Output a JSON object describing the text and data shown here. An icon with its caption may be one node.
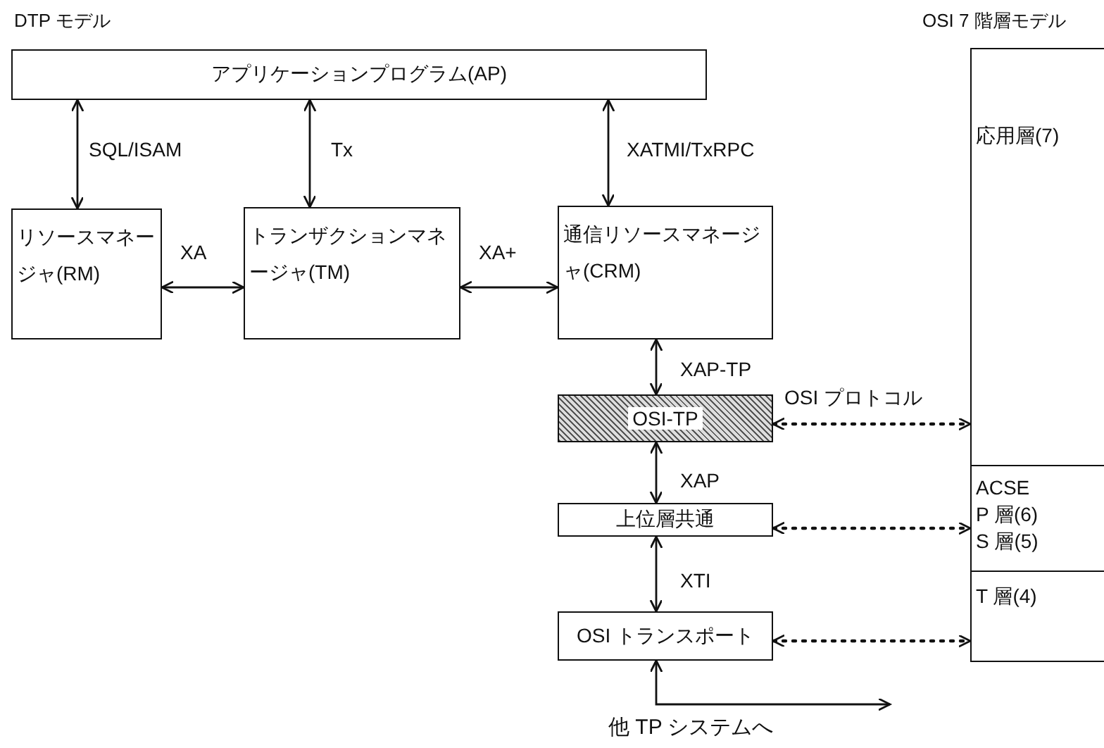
{
  "diagram": {
    "nodes": [
      {
        "text": [
          "アプリケーションプログラム(AP)"
        ]
      },
      {
        "text": [
          "リソースマネージャ(RM)"
        ]
      },
      {
        "text": [
          "トランザクションマネージャ(TM)"
        ]
      },
      {
        "text": [
          "通信リソースマネージャ(CRM)"
        ]
      },
      {
        "text": [
          "OSI-TP"
        ]
      },
      {
        "text": [
          "上位層共通"
        ]
      },
      {
        "text": [
          "OSI トランスポート"
        ]
      },
      {
        "text": [
          "応用層(7)"
        ]
      },
      {
        "text": [
          "ACSE",
          "P 層(6)",
          "S 層(5)"
        ]
      },
      {
        "text": [
          "T 層(4)"
        ]
      }
    ],
    "edges": [
      {
        "from": 0,
        "to": 1,
        "arrow": "both",
        "label": "SQL/ISAM"
      },
      {
        "from": 0,
        "to": 2,
        "arrow": "both",
        "label": "Tx"
      },
      {
        "from": 0,
        "to": 3,
        "arrow": "both",
        "label": "XATMI/TxRPC"
      },
      {
        "from": 1,
        "to": 2,
        "arrow": "both",
        "label": "XA"
      },
      {
        "from": 2,
        "to": 3,
        "arrow": "both",
        "label": "XA+"
      },
      {
        "from": 3,
        "to": 4,
        "arrow": "both",
        "label": "XAP-TP"
      },
      {
        "from": 4,
        "to": 5,
        "arrow": "both",
        "label": "XAP"
      },
      {
        "from": 5,
        "to": 6,
        "arrow": "both",
        "label": "XTI"
      },
      {
        "from": 4,
        "to": 7,
        "arrow": "both",
        "style": "dashed",
        "label": "OSI プロトコル"
      },
      {
        "from": 5,
        "to": 8,
        "arrow": "both",
        "style": "dashed"
      },
      {
        "from": 6,
        "to": 9,
        "arrow": "both",
        "style": "dashed"
      },
      {
        "from": 6,
        "to": null,
        "arrow": "both",
        "label": "他 TP システムへ"
      }
    ],
    "labels": [
      "DTP モデル",
      "OSI 7 階層モデル"
    ]
  }
}
